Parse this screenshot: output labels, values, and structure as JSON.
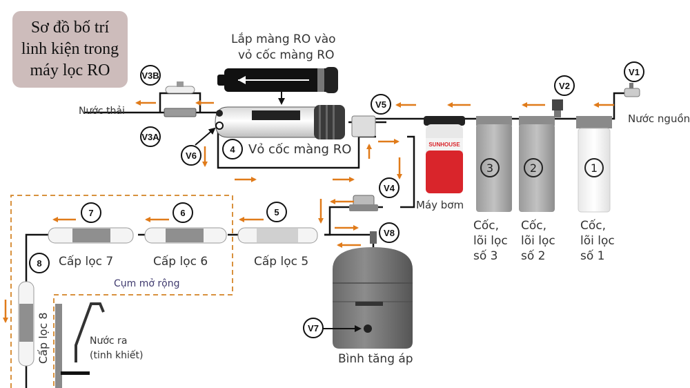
{
  "title": {
    "lines": [
      "Sơ đồ bố trí",
      "linh kiện trong",
      "máy lọc RO"
    ]
  },
  "labels": {
    "ro_membrane_install": [
      "Lắp màng RO  vào",
      "vỏ cốc màng RO"
    ],
    "waste_water": "Nước thải",
    "source_water": "Nước nguồn",
    "ro_housing": "Vỏ cốc màng RO",
    "pump": "Máy bơm",
    "pump_brand": "SUNHOUSE",
    "filter_3": [
      "Cốc,",
      "lõi lọc",
      "số 3"
    ],
    "filter_2": [
      "Cốc,",
      "lõi lọc",
      "số 2"
    ],
    "filter_1": [
      "Cốc,",
      "lõi lọc",
      "số 1"
    ],
    "stage_5": "Cấp lọc 5",
    "stage_6": "Cấp lọc 6",
    "stage_7": "Cấp lọc 7",
    "stage_8": "Cấp lọc 8",
    "expansion_group": "Cụm mở rộng",
    "output_water": [
      "Nước ra",
      "(tinh khiết)"
    ],
    "pressure_tank": "Bình tăng áp"
  },
  "valves": {
    "v1": "V1",
    "v2": "V2",
    "v3a": "V3A",
    "v3b": "V3B",
    "v4": "V4",
    "v5": "V5",
    "v6": "V6",
    "v7": "V7",
    "v8": "V8"
  },
  "stage_numbers": {
    "s1": "1",
    "s2": "2",
    "s3": "3",
    "s4": "4",
    "s5": "5",
    "s6": "6",
    "s7": "7",
    "s8": "8"
  },
  "colors": {
    "arrow": "#e07b1a",
    "title_bg": "#cdbcbb",
    "pipe": "#111111",
    "dashed_box": "#d8913d",
    "pump_red": "#d9252b"
  }
}
